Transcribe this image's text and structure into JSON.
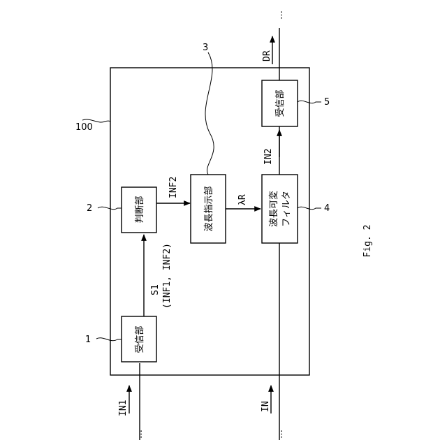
{
  "figure": {
    "caption": "Fig. 2"
  },
  "blocks": {
    "receiver_1": {
      "label": "受信部"
    },
    "judge_2": {
      "label": "判断部"
    },
    "wavelength_indicator_3": {
      "label": "波長指示部"
    },
    "tunable_filter_4": {
      "label_line1": "波長可変",
      "label_line2": "フィルタ"
    },
    "receiver_5": {
      "label": "受信部"
    }
  },
  "reference_numerals": {
    "device": "100",
    "receiver_1": "1",
    "judge_2": "2",
    "wavelength_indicator_3": "3",
    "tunable_filter_4": "4",
    "receiver_5": "5"
  },
  "signals": {
    "in1": "IN1",
    "in": "IN",
    "s1": "S1",
    "s1_detail": "(INF1, INF2)",
    "inf2": "INF2",
    "lambda_r": "λR",
    "in2": "IN2",
    "dr": "DR",
    "dots_left": "…",
    "dots_right": "…"
  }
}
